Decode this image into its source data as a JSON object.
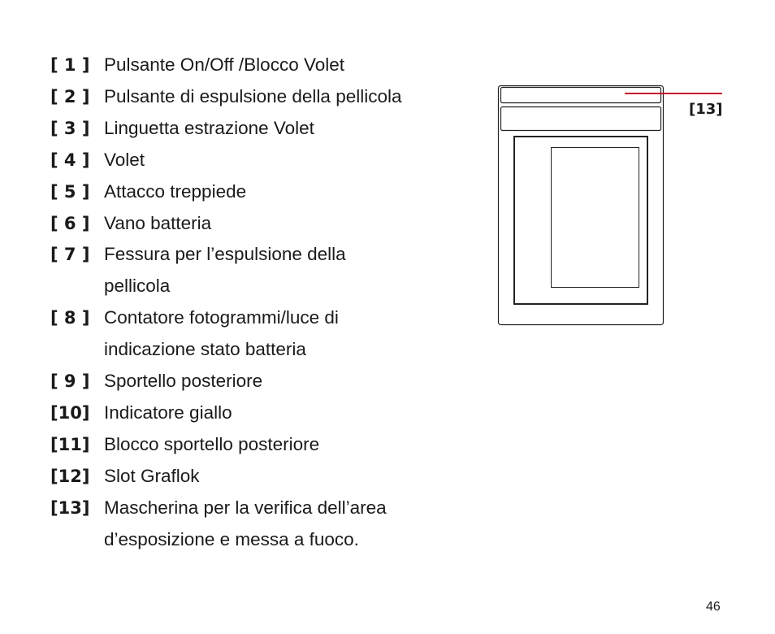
{
  "legend": {
    "items": [
      {
        "num": "[ 1 ]",
        "text": "Pulsante On/Off /Blocco Volet"
      },
      {
        "num": "[ 2 ]",
        "text": "Pulsante di espulsione della pellicola"
      },
      {
        "num": "[ 3 ]",
        "text": "Linguetta estrazione Volet"
      },
      {
        "num": "[ 4 ]",
        "text": "Volet"
      },
      {
        "num": "[ 5 ]",
        "text": "Attacco treppiede"
      },
      {
        "num": "[ 6 ]",
        "text": "Vano batteria"
      },
      {
        "num": "[ 7 ]",
        "text": "Fessura per l’espulsione della pellicola"
      },
      {
        "num": "[ 8 ]",
        "text": "Contatore fotogrammi/luce di indicazione stato batteria"
      },
      {
        "num": "[ 9 ]",
        "text": "Sportello posteriore"
      },
      {
        "num": "[10]",
        "text": "Indicatore giallo"
      },
      {
        "num": "[11]",
        "text": "Blocco sportello posteriore"
      },
      {
        "num": "[12]",
        "text": "Slot Graflok"
      },
      {
        "num": "[13]",
        "text": "Mascherina per la verifica dell’area d’esposizione e messa a fuoco."
      }
    ]
  },
  "diagram": {
    "callout_label": "[13]",
    "callout_color": "#c8102e",
    "outline_color": "#222222"
  },
  "page": {
    "number": "46"
  }
}
